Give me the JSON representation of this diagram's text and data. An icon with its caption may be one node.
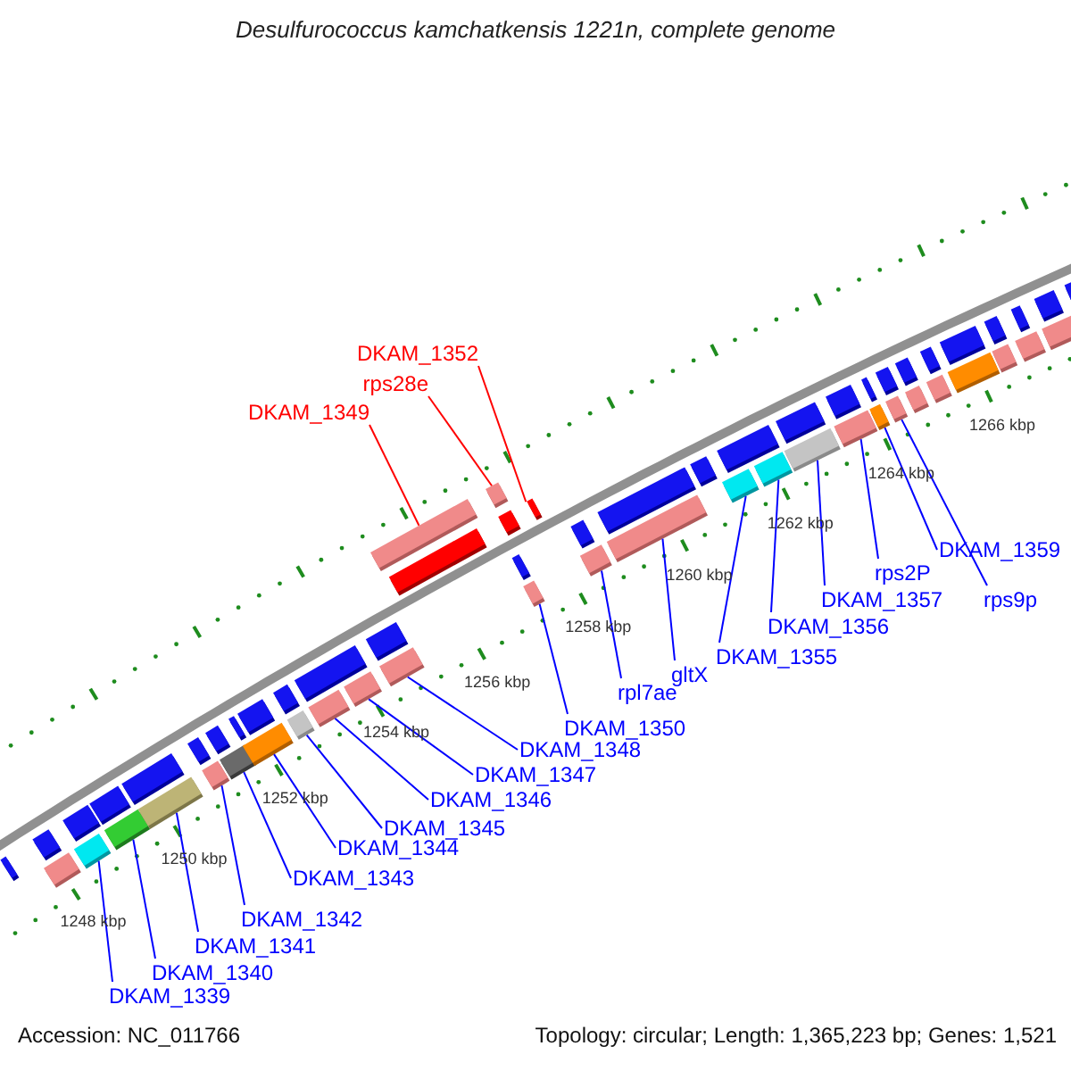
{
  "diagram": {
    "title": "Desulfurococcus kamchatkensis 1221n, complete genome",
    "nodes": [
      {
        "text": [
          "DKAM_1352"
        ]
      },
      {
        "text": [
          "rps28e"
        ]
      },
      {
        "text": [
          "DKAM_1349"
        ]
      },
      {
        "text": [
          "DKAM_1359"
        ]
      },
      {
        "text": [
          "rps2P"
        ]
      },
      {
        "text": [
          "rps9p"
        ]
      },
      {
        "text": [
          "DKAM_1357"
        ]
      },
      {
        "text": [
          "DKAM_1356"
        ]
      },
      {
        "text": [
          "DKAM_1355"
        ]
      },
      {
        "text": [
          "gltX"
        ]
      },
      {
        "text": [
          "rpl7ae"
        ]
      },
      {
        "text": [
          "DKAM_1350"
        ]
      },
      {
        "text": [
          "DKAM_1348"
        ]
      },
      {
        "text": [
          "DKAM_1347"
        ]
      },
      {
        "text": [
          "DKAM_1346"
        ]
      },
      {
        "text": [
          "DKAM_1345"
        ]
      },
      {
        "text": [
          "DKAM_1344"
        ]
      },
      {
        "text": [
          "DKAM_1343"
        ]
      },
      {
        "text": [
          "DKAM_1342"
        ]
      },
      {
        "text": [
          "DKAM_1341"
        ]
      },
      {
        "text": [
          "DKAM_1340"
        ]
      },
      {
        "text": [
          "DKAM_1339"
        ]
      },
      {
        "text": [],
        "shape": "bar"
      },
      {
        "text": [],
        "shape": "bar"
      },
      {
        "text": [],
        "shape": "bar"
      },
      {
        "text": [],
        "shape": "bar"
      },
      {
        "text": [],
        "shape": "bar"
      },
      {
        "text": [],
        "shape": "bar"
      },
      {
        "text": [],
        "shape": "bar"
      },
      {
        "text": [],
        "shape": "bar"
      },
      {
        "text": [],
        "shape": "bar"
      },
      {
        "text": [],
        "shape": "bar"
      },
      {
        "text": [],
        "shape": "bar"
      },
      {
        "text": [],
        "shape": "bar"
      },
      {
        "text": [],
        "shape": "bar"
      },
      {
        "text": [],
        "shape": "triangle"
      },
      {
        "text": [],
        "shape": "bar"
      },
      {
        "text": [],
        "shape": "bar"
      },
      {
        "text": [],
        "shape": "bar"
      },
      {
        "text": [],
        "shape": "bar"
      },
      {
        "text": [],
        "shape": "bar"
      },
      {
        "text": [],
        "shape": "bar"
      },
      {
        "text": [],
        "shape": "bar"
      },
      {
        "text": [],
        "shape": "bar"
      },
      {
        "text": [],
        "shape": "bar"
      },
      {
        "text": [],
        "shape": "bar"
      },
      {
        "text": [],
        "shape": "bar"
      },
      {
        "text": [],
        "shape": "bar"
      },
      {
        "text": [],
        "shape": "bar"
      },
      {
        "text": [],
        "shape": "bar"
      },
      {
        "text": [],
        "shape": "bar"
      }
    ],
    "edges": [
      {
        "from": 0,
        "to": 35,
        "arrow": "none",
        "color": "#ff0000"
      },
      {
        "from": 1,
        "to": 34,
        "arrow": "none",
        "color": "#ff0000"
      },
      {
        "from": 2,
        "to": 33,
        "arrow": "none",
        "color": "#ff0000"
      },
      {
        "from": 3,
        "to": 43,
        "arrow": "none"
      },
      {
        "from": 4,
        "to": 42,
        "arrow": "none"
      },
      {
        "from": 5,
        "to": 44,
        "arrow": "none"
      },
      {
        "from": 6,
        "to": 41,
        "arrow": "none"
      },
      {
        "from": 7,
        "to": 40,
        "arrow": "none"
      },
      {
        "from": 8,
        "to": 39,
        "arrow": "none"
      },
      {
        "from": 9,
        "to": 38,
        "arrow": "none"
      },
      {
        "from": 10,
        "to": 37,
        "arrow": "none"
      },
      {
        "from": 11,
        "to": 36,
        "arrow": "none"
      },
      {
        "from": 12,
        "to": 32,
        "arrow": "none"
      },
      {
        "from": 13,
        "to": 31,
        "arrow": "none"
      },
      {
        "from": 14,
        "to": 30,
        "arrow": "none"
      },
      {
        "from": 15,
        "to": 29,
        "arrow": "none"
      },
      {
        "from": 16,
        "to": 28,
        "arrow": "none"
      },
      {
        "from": 17,
        "to": 27,
        "arrow": "none"
      },
      {
        "from": 18,
        "to": 26,
        "arrow": "none"
      },
      {
        "from": 19,
        "to": 25,
        "arrow": "none"
      },
      {
        "from": 20,
        "to": 24,
        "arrow": "none"
      },
      {
        "from": 21,
        "to": 23,
        "arrow": "none"
      }
    ],
    "labels": [
      "1248 kbp",
      "1250 kbp",
      "1252 kbp",
      "1254 kbp",
      "1256 kbp",
      "1258 kbp",
      "1260 kbp",
      "1262 kbp",
      "1264 kbp",
      "1266 kbp",
      "Accession: NC_011766",
      "Topology: circular; Length: 1,365,223 bp; Genes: 1,521"
    ]
  }
}
